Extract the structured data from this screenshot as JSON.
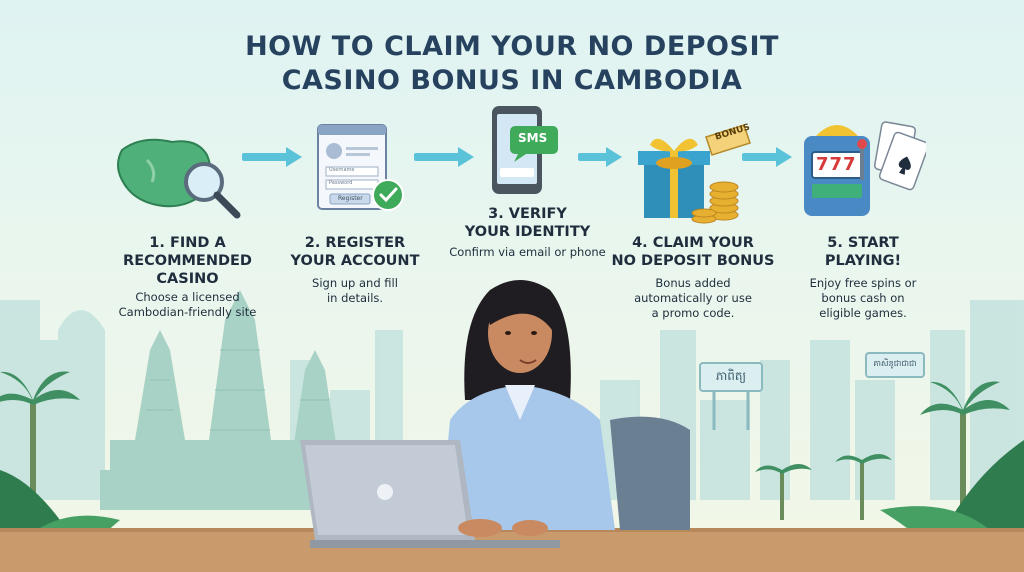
{
  "title": {
    "line1": "HOW TO CLAIM YOUR NO DEPOSIT",
    "line2": "CASINO BONUS IN CAMBODIA"
  },
  "steps": [
    {
      "title_lines": [
        "1. FIND A",
        "RECOMMENDED",
        "CASINO"
      ],
      "desc_lines": [
        "Choose a licensed",
        "Cambodian-friendly site"
      ],
      "icon": "cambodia-map-magnifier-icon"
    },
    {
      "title_lines": [
        "2. REGISTER",
        "YOUR ACCOUNT"
      ],
      "desc_lines": [
        "Sign up and fill",
        "in details."
      ],
      "icon": "registration-form-icon",
      "form_fields": [
        "Username",
        "Password"
      ],
      "form_button": "Register"
    },
    {
      "title_lines": [
        "3. VERIFY",
        "YOUR IDENTITY"
      ],
      "desc_lines": [
        "Confirm via email or phone"
      ],
      "icon": "phone-sms-icon",
      "sms_label": "SMS"
    },
    {
      "title_lines": [
        "4. CLAIM YOUR",
        "NO DEPOSIT BONUS"
      ],
      "desc_lines": [
        "Bonus added",
        "automatically or use",
        "a promo code."
      ],
      "icon": "gift-box-coins-icon",
      "tag_label": "BONUS"
    },
    {
      "title_lines": [
        "5. START",
        "PLAYING!"
      ],
      "desc_lines": [
        "Enjoy free spins or",
        "bonus cash on",
        "eligible games."
      ],
      "icon": "slot-machine-cards-icon",
      "reels": "777"
    }
  ],
  "background": {
    "sign_left": "ភាពិត្យ",
    "sign_right": "គាសិនូជាជាជា"
  },
  "colors": {
    "title": "#26425e",
    "text": "#1f2d3d",
    "arrow": "#5bc3d9",
    "accent_green": "#3faa5a",
    "skyline": "#b8dcd8"
  }
}
